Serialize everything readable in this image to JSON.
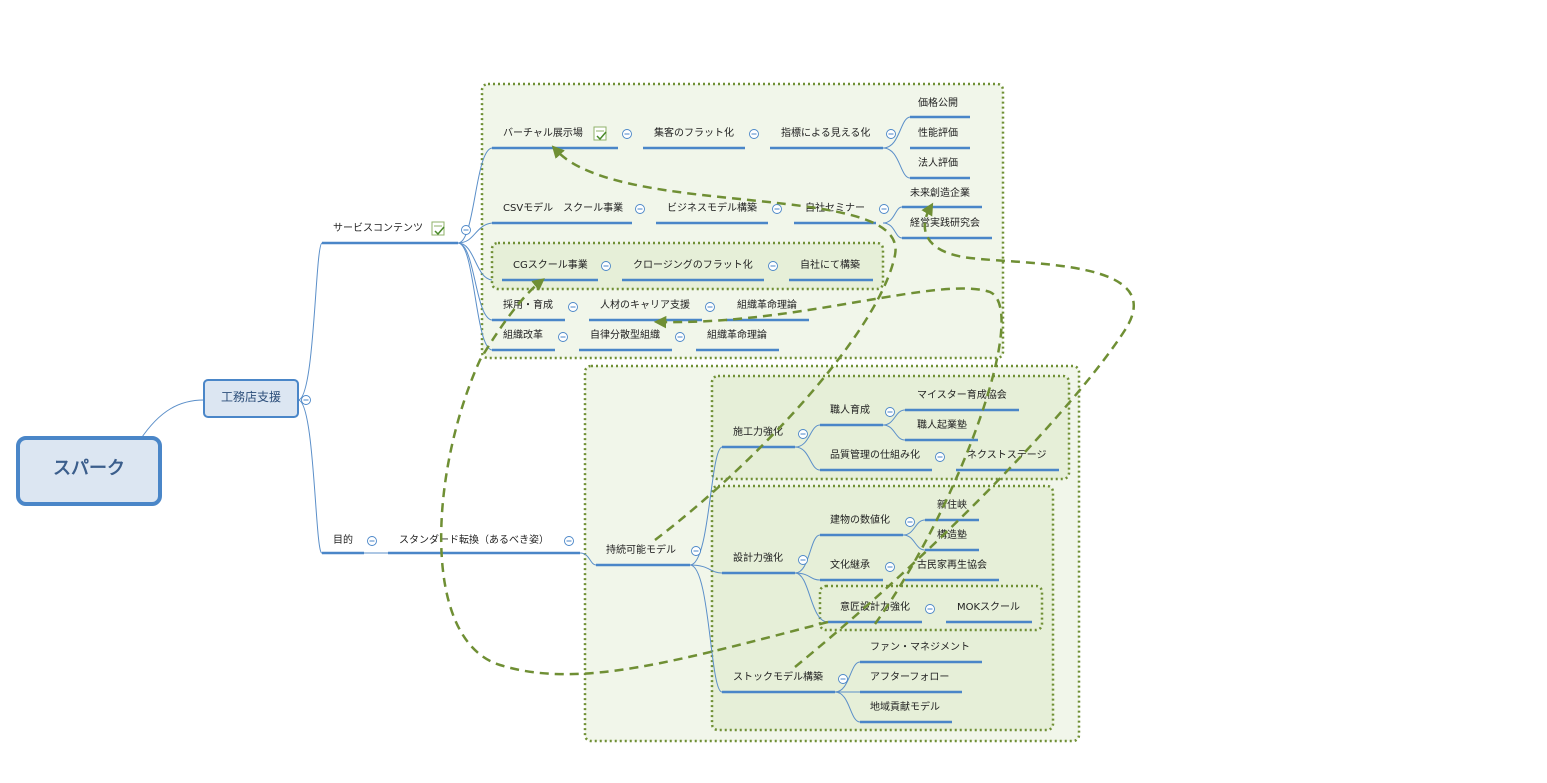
{
  "root": {
    "label": "スパーク"
  },
  "main": {
    "label": "工務店支援"
  },
  "branches": {
    "service": "サービスコンテンツ",
    "purpose": "目的",
    "standard": "スタンダード転換（あるべき姿）",
    "sustainable": "持続可能モデル"
  },
  "service": {
    "virtual": "バーチャル展示場",
    "flat_customer": "集客のフラット化",
    "metrics": "指標による見える化",
    "price": "価格公開",
    "performance": "性能評価",
    "corporate": "法人評価",
    "csv": "CSVモデル　スクール事業",
    "bizmodel": "ビジネスモデル構築",
    "seminar": "自社セミナー",
    "future": "未来創造企業",
    "practice": "経営実践研究会",
    "cg": "CGスクール事業",
    "closing": "クロージングのフラット化",
    "inhouse": "自社にて構築",
    "recruit": "採用・育成",
    "career": "人材のキャリア支援",
    "theory1": "組織革命理論",
    "reform": "組織改革",
    "autonomous": "自律分散型組織",
    "theory2": "組織革命理論"
  },
  "sustain": {
    "construction": "施工力強化",
    "craftsman": "職人育成",
    "meister": "マイスター育成協会",
    "startup": "職人起業塾",
    "quality": "品質管理の仕組み化",
    "nextstage": "ネクストステージ",
    "design": "設計力強化",
    "numeric": "建物の数値化",
    "shinju": "新住峡",
    "structure": "構造塾",
    "culture": "文化継承",
    "kominka": "古民家再生協会",
    "ishou": "意匠設計力強化",
    "mok": "MOKスクール",
    "stock": "ストックモデル構築",
    "fan": "ファン・マネジメント",
    "after": "アフターフォロー",
    "community": "地域貢献モデル"
  },
  "colors": {
    "accent": "#4a86c8",
    "region_border": "#6f8f34",
    "region_fill": "#f1f6ea",
    "inner_fill": "#e6efd8",
    "root_fill": "#dce6f2"
  }
}
